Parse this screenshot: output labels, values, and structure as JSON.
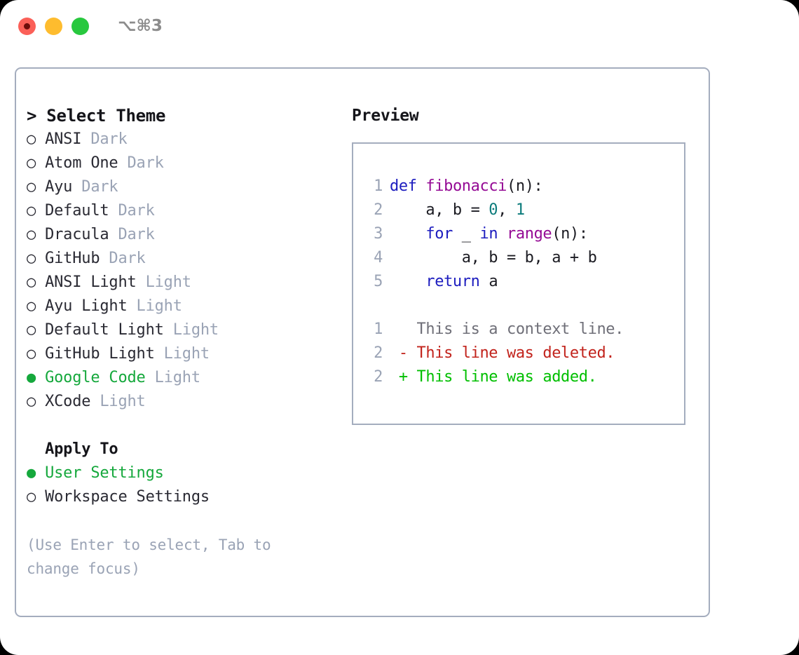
{
  "window": {
    "shortcut": "⌥⌘3",
    "traffic_lights": [
      {
        "name": "close",
        "color": "#fb6058"
      },
      {
        "name": "minimize",
        "color": "#febc2e"
      },
      {
        "name": "maximize",
        "color": "#28c83e"
      }
    ]
  },
  "theme_picker": {
    "title": "> Select Theme",
    "selected_marker": "●",
    "unselected_marker": "○",
    "options": [
      {
        "marker": "○",
        "name": "ANSI",
        "variant": "Dark",
        "selected": false
      },
      {
        "marker": "○",
        "name": "Atom One",
        "variant": "Dark",
        "selected": false
      },
      {
        "marker": "○",
        "name": "Ayu",
        "variant": "Dark",
        "selected": false
      },
      {
        "marker": "○",
        "name": "Default",
        "variant": "Dark",
        "selected": false
      },
      {
        "marker": "○",
        "name": "Dracula",
        "variant": "Dark",
        "selected": false
      },
      {
        "marker": "○",
        "name": "GitHub",
        "variant": "Dark",
        "selected": false
      },
      {
        "marker": "○",
        "name": "ANSI Light",
        "variant": "Light",
        "selected": false
      },
      {
        "marker": "○",
        "name": "Ayu Light",
        "variant": "Light",
        "selected": false
      },
      {
        "marker": "○",
        "name": "Default Light",
        "variant": "Light",
        "selected": false
      },
      {
        "marker": "○",
        "name": "GitHub Light",
        "variant": "Light",
        "selected": false
      },
      {
        "marker": "●",
        "name": "Google Code",
        "variant": "Light",
        "selected": true
      },
      {
        "marker": "○",
        "name": "XCode",
        "variant": "Light",
        "selected": false
      }
    ]
  },
  "apply_to": {
    "title": "Apply To",
    "options": [
      {
        "marker": "●",
        "name": "User Settings",
        "selected": true
      },
      {
        "marker": "○",
        "name": "Workspace Settings",
        "selected": false
      }
    ]
  },
  "hint": "(Use Enter to select, Tab to change focus)",
  "preview": {
    "title": "Preview",
    "code_lines": [
      {
        "n": "1",
        "tokens": [
          {
            "t": "def",
            "c": "kw"
          },
          {
            "t": " ",
            "c": "pl"
          },
          {
            "t": "fibonacci",
            "c": "fn"
          },
          {
            "t": "(n):",
            "c": "pl"
          }
        ]
      },
      {
        "n": "2",
        "tokens": [
          {
            "t": "    a, b = ",
            "c": "pl"
          },
          {
            "t": "0",
            "c": "num"
          },
          {
            "t": ", ",
            "c": "pl"
          },
          {
            "t": "1",
            "c": "num"
          }
        ]
      },
      {
        "n": "3",
        "tokens": [
          {
            "t": "    ",
            "c": "pl"
          },
          {
            "t": "for",
            "c": "kw"
          },
          {
            "t": " _ ",
            "c": "pl"
          },
          {
            "t": "in",
            "c": "kw"
          },
          {
            "t": " ",
            "c": "pl"
          },
          {
            "t": "range",
            "c": "fn"
          },
          {
            "t": "(n):",
            "c": "pl"
          }
        ]
      },
      {
        "n": "4",
        "tokens": [
          {
            "t": "        a, b = b, a + b",
            "c": "pl"
          }
        ]
      },
      {
        "n": "5",
        "tokens": [
          {
            "t": "    ",
            "c": "pl"
          },
          {
            "t": "return",
            "c": "kw"
          },
          {
            "t": " a",
            "c": "pl"
          }
        ]
      }
    ],
    "diff_lines": [
      {
        "n": "1",
        "sign": " ",
        "text": "This is a context line.",
        "kind": "context"
      },
      {
        "n": "2",
        "sign": "-",
        "text": "This line was deleted.",
        "kind": "del"
      },
      {
        "n": "2",
        "sign": "+",
        "text": "This line was added.",
        "kind": "add"
      }
    ]
  },
  "colors": {
    "accent_green": "#15a83c",
    "muted": "#9aa3b5",
    "border": "#a4adbe",
    "keyword": "#1d1dbf",
    "function": "#950b95",
    "number": "#0b7b7b",
    "plain": "#1b1b22",
    "diff_context": "#6f6f78",
    "diff_deleted": "#c2231c",
    "diff_added": "#00bf00"
  }
}
